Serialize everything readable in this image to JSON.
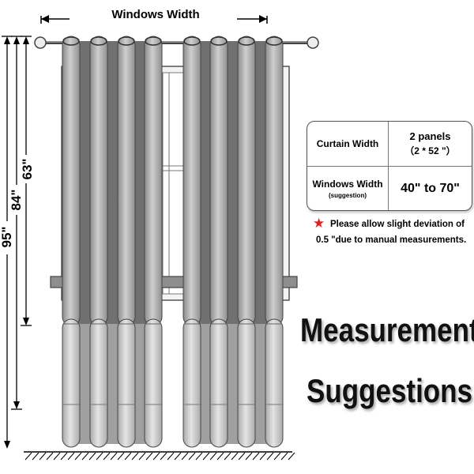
{
  "diagram": {
    "width_label": "Windows Width",
    "height_labels": {
      "h63": "63\"",
      "h84": "84\"",
      "h95": "95\""
    }
  },
  "table": {
    "row1": {
      "label": "Curtain Width",
      "value": "2 panels",
      "value_sub": "（2 * 52 \"）"
    },
    "row2": {
      "label": "Windows Width",
      "label_sub": "(suggestion)",
      "value": "40\" to 70\""
    }
  },
  "note": {
    "icon": "star-icon",
    "line1": "Please allow slight deviation of",
    "line2": "0.5 \"due to manual measurements.",
    "icon_color": "#e0201a"
  },
  "heading": {
    "line1": "Measurement",
    "line2": "Suggestions"
  },
  "colors": {
    "curtain_dark": "#6a6a6a",
    "curtain_light": "#b9b9b9",
    "window_frame": "#e8e8e8",
    "accent_red": "#e0201a"
  }
}
